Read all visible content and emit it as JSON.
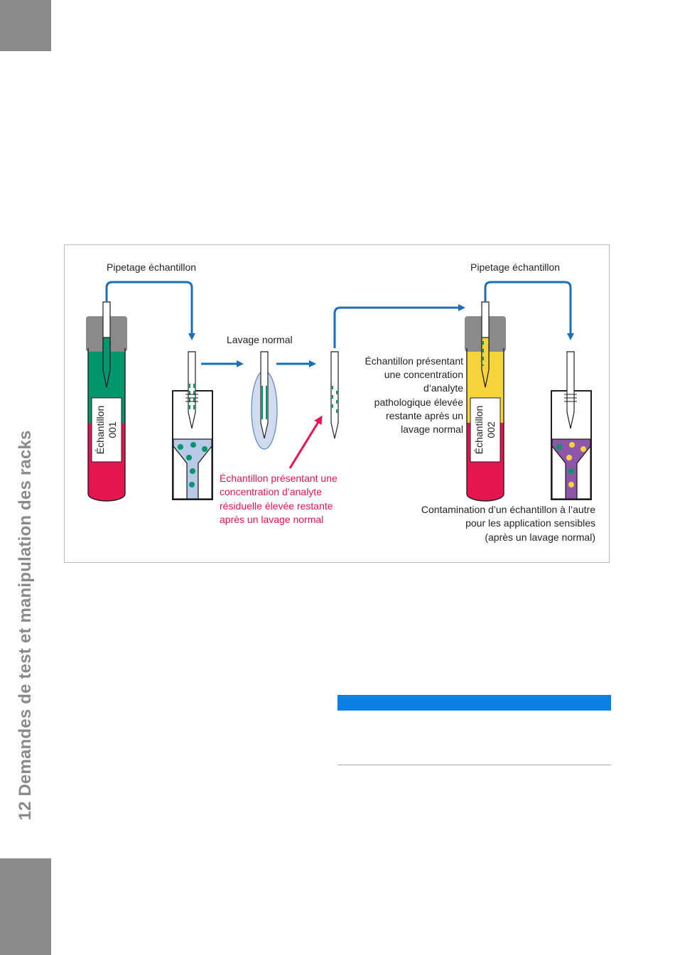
{
  "sidebar": {
    "chapter_title": "12 Demandes de test et manipulation des racks"
  },
  "figure": {
    "pipetting_left": "Pipetage échantillon",
    "pipetting_right": "Pipetage échantillon",
    "wash_label": "Lavage normal",
    "tube1_label": [
      "Échantillon",
      "001"
    ],
    "tube2_label": [
      "Échantillon",
      "002"
    ],
    "residual_note": [
      "Échantillon présentant une",
      "concentration d’analyte",
      "résiduelle élevée restante",
      "après un lavage normal"
    ],
    "pathologic_note": [
      "Échantillon présentant",
      "une concentration",
      "d’analyte",
      "pathologique élevée",
      "restante après un",
      "lavage normal"
    ],
    "contamination_note": [
      "Contamination d’un échantillon à l’autre",
      "pour les application sensibles",
      "(après un lavage normal)"
    ],
    "colors": {
      "arrow_blue": "#1a6fba",
      "sample_red": "#e5154f",
      "sample_green": "#00966c",
      "sample_yellow": "#f7d43a",
      "cup_blue": "#b7cbe9",
      "cup_purple": "#8e56a8",
      "cap_gray": "#8a8a8a",
      "accent_bar": "#0a7fe6"
    }
  }
}
